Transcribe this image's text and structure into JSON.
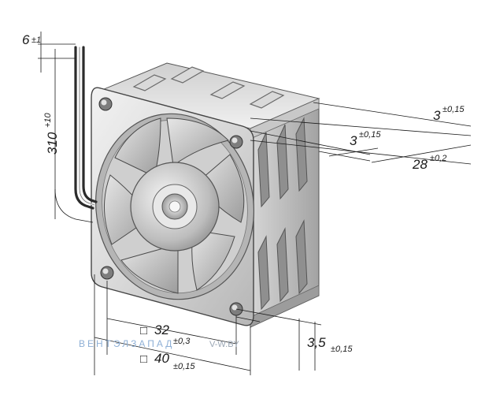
{
  "dimensions": {
    "cable_end": {
      "value": "6",
      "tol": "±1"
    },
    "cable_length": {
      "value": "310",
      "tol": "+10"
    },
    "depth_flange_top": {
      "value": "3",
      "tol": "±0,15"
    },
    "depth_flange_mid": {
      "value": "3",
      "tol": "±0,15"
    },
    "depth_total": {
      "value": "28",
      "tol": "±0,2"
    },
    "hole_spacing": {
      "prefix": "□",
      "value": "32",
      "tol": "±0,3"
    },
    "frame_size": {
      "prefix": "□",
      "value": "40",
      "tol": "±0,15"
    },
    "hole_diameter": {
      "value": "3,5",
      "tol": "±0,15"
    }
  },
  "watermark": {
    "brand": "ВЕНТЭЛЗАПАД",
    "site": "V-W.BY"
  },
  "colors": {
    "brand_text": "#8fb0d6",
    "frame_light": "#e4e4e4",
    "frame_dark": "#8c8c8c",
    "line": "#1a1a1a"
  }
}
